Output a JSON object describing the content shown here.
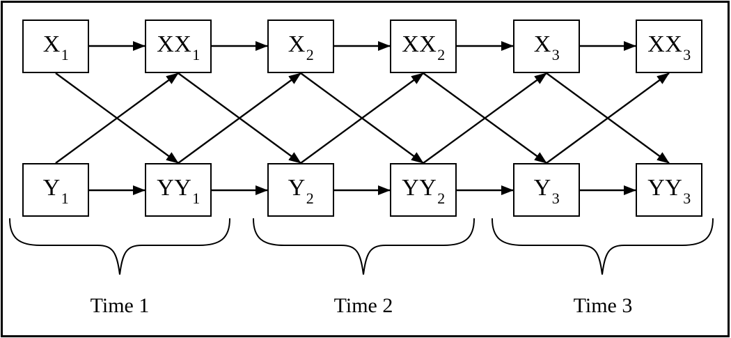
{
  "diagram": {
    "type": "path-diagram",
    "background": "#ffffff",
    "line_color": "#000000"
  },
  "boxes": [
    {
      "name": "X1",
      "label": "X",
      "sub": "1"
    },
    {
      "name": "XX1",
      "label": "XX",
      "sub": "1"
    },
    {
      "name": "X2",
      "label": "X",
      "sub": "2"
    },
    {
      "name": "XX2",
      "label": "XX",
      "sub": "2"
    },
    {
      "name": "X3",
      "label": "X",
      "sub": "3"
    },
    {
      "name": "XX3",
      "label": "XX",
      "sub": "3"
    },
    {
      "name": "Y1",
      "label": "Y",
      "sub": "1"
    },
    {
      "name": "YY1",
      "label": "YY",
      "sub": "1"
    },
    {
      "name": "Y2",
      "label": "Y",
      "sub": "2"
    },
    {
      "name": "YY2",
      "label": "YY",
      "sub": "2"
    },
    {
      "name": "Y3",
      "label": "Y",
      "sub": "3"
    },
    {
      "name": "YY3",
      "label": "YY",
      "sub": "3"
    }
  ],
  "edges": [
    {
      "from": "X1",
      "to": "XX1"
    },
    {
      "from": "XX1",
      "to": "X2"
    },
    {
      "from": "X2",
      "to": "XX2"
    },
    {
      "from": "XX2",
      "to": "X3"
    },
    {
      "from": "X3",
      "to": "XX3"
    },
    {
      "from": "Y1",
      "to": "YY1"
    },
    {
      "from": "YY1",
      "to": "Y2"
    },
    {
      "from": "Y2",
      "to": "YY2"
    },
    {
      "from": "YY2",
      "to": "Y3"
    },
    {
      "from": "Y3",
      "to": "YY3"
    },
    {
      "from": "X1",
      "to": "YY1"
    },
    {
      "from": "Y1",
      "to": "XX1"
    },
    {
      "from": "XX1",
      "to": "Y2"
    },
    {
      "from": "YY1",
      "to": "X2"
    },
    {
      "from": "X2",
      "to": "YY2"
    },
    {
      "from": "Y2",
      "to": "XX2"
    },
    {
      "from": "XX2",
      "to": "Y3"
    },
    {
      "from": "YY2",
      "to": "X3"
    },
    {
      "from": "X3",
      "to": "YY3"
    },
    {
      "from": "Y3",
      "to": "XX3"
    }
  ],
  "time_labels": [
    {
      "label": "Time 1"
    },
    {
      "label": "Time 2"
    },
    {
      "label": "Time 3"
    }
  ]
}
